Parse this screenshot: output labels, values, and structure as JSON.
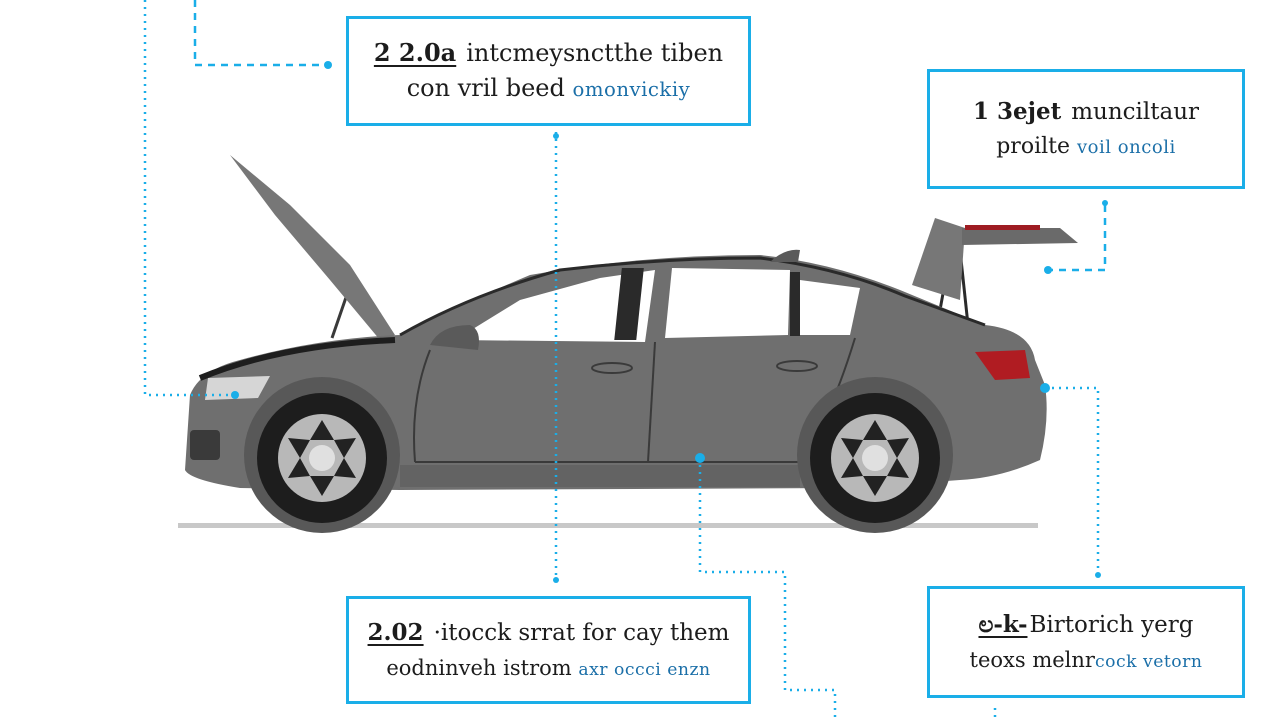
{
  "colors": {
    "accent": "#1aaee8",
    "callout_border": "#1aaee8",
    "body_paint": "#6f6f6f",
    "taillight": "#b01c22",
    "ground": "#c8c8c8"
  },
  "callouts": [
    {
      "id": "top-center",
      "number": "2 2.0a",
      "line1_text": "intcmeysnctthe tiben",
      "line2_text": "con vril beed ",
      "line2_accent": "omonvickiy"
    },
    {
      "id": "top-right",
      "number": "1 3ejet",
      "line1_text": "munciltaur",
      "line2_text": "proilte ",
      "line2_accent": "voil oncoli"
    },
    {
      "id": "bottom-center",
      "number": "2.02",
      "line1_text": "·itocck srrat for cay them",
      "line2_text": "eodninveh istrom ",
      "line2_accent": "axr occci enzn"
    },
    {
      "id": "bottom-right",
      "number": "ಲ-k-",
      "line1_text": "Birtorich yerg",
      "line2_text": "teoxs melnr",
      "line2_accent": "cock vetorn"
    }
  ],
  "car": {
    "description": "Grey sedan, side view, hood and trunk open",
    "parts": [
      "open-hood",
      "headlight",
      "front-wheel",
      "front-door",
      "rear-door",
      "rear-wheel",
      "taillight",
      "open-trunk-lid",
      "rear-spoiler"
    ]
  }
}
